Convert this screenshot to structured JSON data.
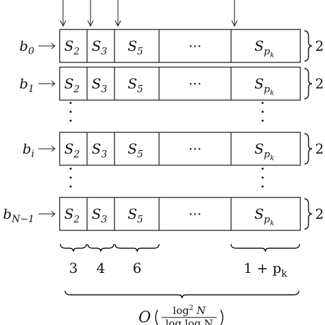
{
  "rows": [
    {
      "label": "b",
      "sub": "0",
      "cells": [
        "S|2",
        "S|3",
        "S|5",
        "···",
        "S|p|k"
      ],
      "right": "2"
    },
    {
      "label": "b",
      "sub": "1",
      "cells": [
        "S|2",
        "S|3",
        "S|5",
        "···",
        "S|p|k"
      ],
      "right": "2"
    },
    {
      "label": "b",
      "sub": "i",
      "cells": [
        "S|2",
        "S|3",
        "S|5",
        "···",
        "S|p|k"
      ],
      "right": "2"
    },
    {
      "label": "b",
      "sub": "N−1",
      "cells": [
        "S|2",
        "S|3",
        "S|5",
        "···",
        "S|p|k"
      ],
      "right": "2"
    }
  ],
  "widths": [
    "3",
    "4",
    "6",
    "1 + p|k"
  ],
  "total": {
    "outer_left": "O",
    "numerator_main": "log",
    "numerator_sup": "2",
    "numerator_var": "N",
    "denominator": "log log N"
  },
  "colors": {
    "ink": "#111111",
    "background": "#ffffff"
  }
}
